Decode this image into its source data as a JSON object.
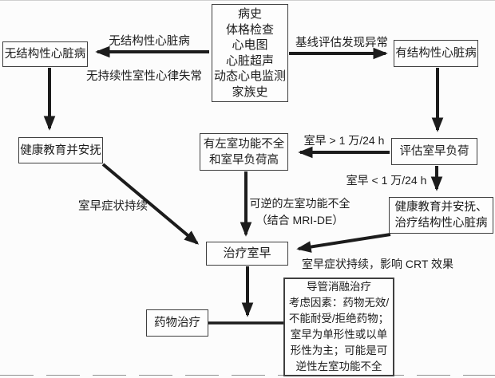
{
  "figure": {
    "title_implicit": "室早评估与治疗流程图",
    "colors": {
      "ink": "#1c1c1c",
      "box_border": "#3f3f3f",
      "background": "#fcfcfc"
    }
  },
  "nodes": {
    "assessment": {
      "lines": [
        "病史",
        "体格检查",
        "心电图",
        "心脏超声",
        "动态心电监测",
        "家族史"
      ]
    },
    "no_structural": {
      "label": "无结构性心脏病"
    },
    "structural": {
      "label": "有结构性心脏病"
    },
    "reassure_left": {
      "label": "健康教育并安抚"
    },
    "lv_dysfunction": {
      "lines": [
        "有左室功能不全",
        "和室早负荷高"
      ]
    },
    "assess_burden": {
      "label": "评估室早负荷"
    },
    "reassure_right": {
      "lines": [
        "健康教育并安抚、",
        "治疗结构性心脏病"
      ]
    },
    "treat_pvc": {
      "label": "治疗室早"
    },
    "drug_therapy": {
      "label": "药物治疗"
    },
    "ablation": {
      "lines": [
        "导管消融治疗",
        "考虑因素：药物无效/",
        "不能耐受/拒绝药物；",
        "室早为单形性或以单",
        "形性为主；可能是可",
        "逆性左室功能不全"
      ]
    }
  },
  "edge_labels": {
    "no_structural": "无结构性心脏病",
    "no_sustained_va": "无持续性室性心律失常",
    "baseline_abnormal": "基线评估发现异常",
    "pvc_gt_10k": "室早 > 1 万/24 h",
    "pvc_lt_10k": "室早 < 1 万/24 h",
    "reversible_lv_line1": "可逆的左室功能不全",
    "reversible_lv_line2": "（结合 MRI-DE）",
    "pvc_symptoms_persist": "室早症状持续",
    "pvc_symptoms_crt": "室早症状持续，影响 CRT 效果"
  }
}
